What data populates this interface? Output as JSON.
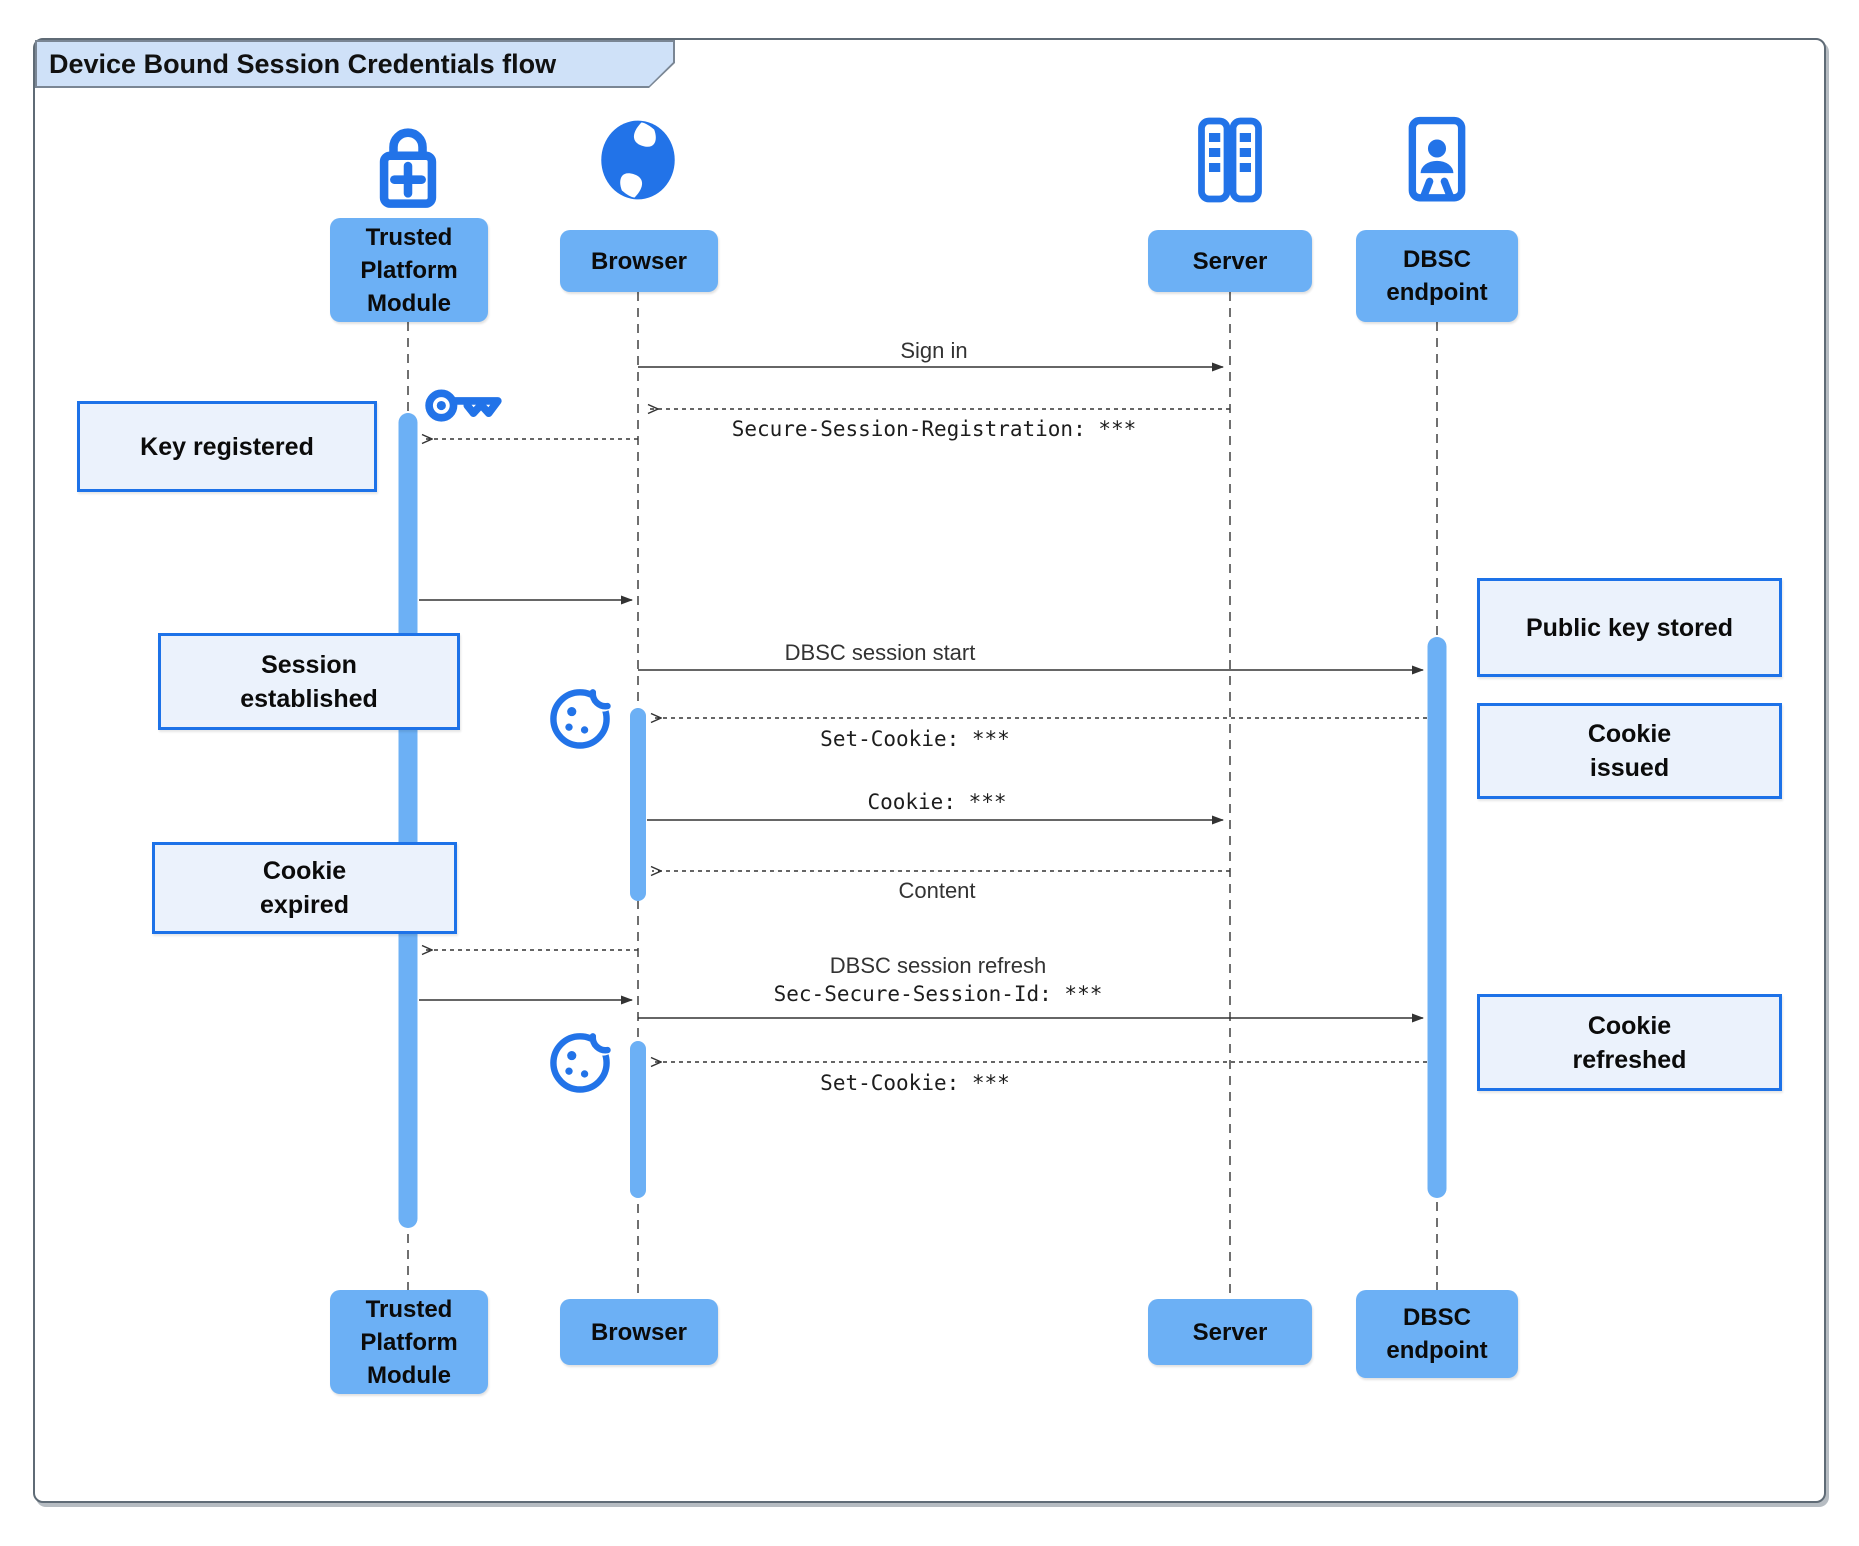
{
  "title": "Device Bound Session Credentials flow",
  "colors": {
    "accent-blue": "#2273e8",
    "actor-fill": "#6cb0f5",
    "note-fill": "#ebf2fc",
    "note-border": "#1d72e8",
    "title-fill": "#cfe1f8",
    "line-color": "#333333"
  },
  "actors": {
    "tpm": {
      "label": "Trusted Platform Module",
      "icon": "lock-plus-icon"
    },
    "browser": {
      "label": "Browser",
      "icon": "globe-icon"
    },
    "server": {
      "label": "Server",
      "icon": "server-rack-icon"
    },
    "dbsc": {
      "label": "DBSC endpoint",
      "icon": "id-badge-icon"
    }
  },
  "messages": {
    "sign_in": "Sign in",
    "secure_session_registration": "Secure-Session-Registration: ***",
    "dbsc_session_start": "DBSC session start",
    "set_cookie_1": "Set-Cookie: ***",
    "cookie": "Cookie: ***",
    "content": "Content",
    "dbsc_session_refresh_line1": "DBSC session refresh",
    "dbsc_session_refresh_line2": "Sec-Secure-Session-Id: ***",
    "set_cookie_2": "Set-Cookie: ***"
  },
  "notes": {
    "key_registered": {
      "lines": [
        "Key registered"
      ]
    },
    "session_established": {
      "lines": [
        "Session",
        "established"
      ]
    },
    "cookie_expired": {
      "lines": [
        "Cookie",
        "expired"
      ]
    },
    "public_key_stored": {
      "lines": [
        "Public key stored"
      ]
    },
    "cookie_issued": {
      "lines": [
        "Cookie",
        "issued"
      ]
    },
    "cookie_refreshed": {
      "lines": [
        "Cookie",
        "refreshed"
      ]
    }
  },
  "decorations": {
    "key": "key-icon",
    "cookie_top": "cookie-icon",
    "cookie_bottom": "cookie-icon"
  }
}
